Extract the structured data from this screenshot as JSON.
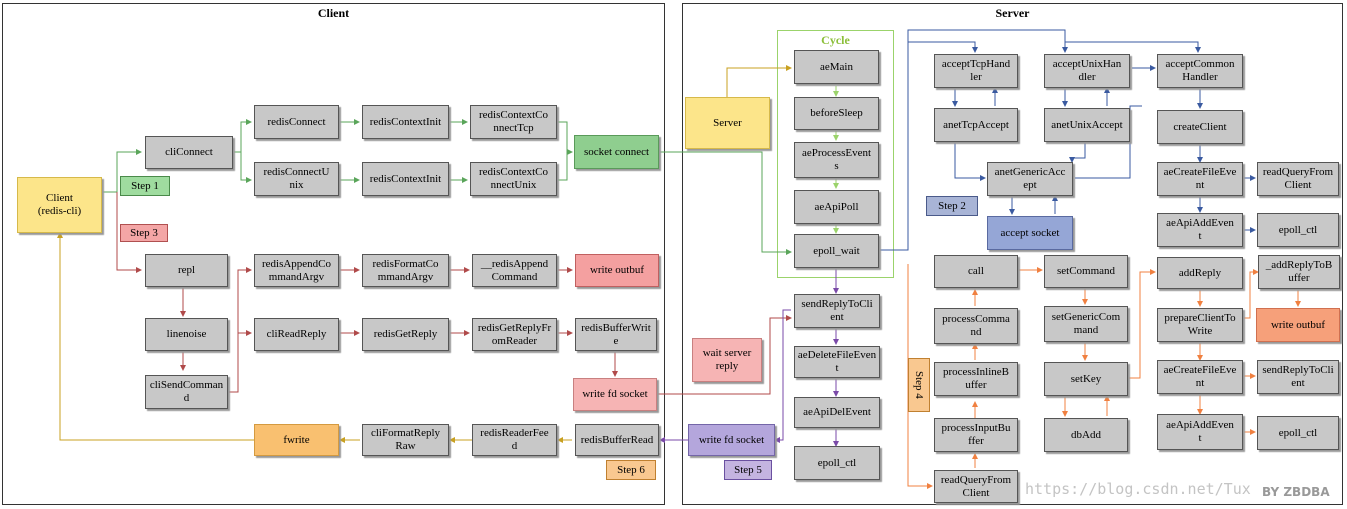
{
  "client": {
    "title": "Client",
    "client_box": "Client\n(redis-cli)",
    "cliConnect": "cliConnect",
    "redisConnect": "redisConnect",
    "redisContextInit_1": "redisContextInit",
    "redisContextConnectTcp": "redisContextCo\nnnectTcp",
    "redisConnectUnix": "redisConnectU\nnix",
    "redisContextInit_2": "redisContextInit",
    "redisContextConnectUnix": "redisContextCo\nnnectUnix",
    "socket_connect": "socket connect",
    "step1": "Step 1",
    "step3": "Step 3",
    "repl": "repl",
    "redisAppendCommandArgv": "redisAppendCo\nmmandArgv",
    "redisFormatCommandArgv": "redisFormatCo\nmmandArgv",
    "redisAppendCommand": "__redisAppend\nCommand",
    "write_outbuf": "write outbuf",
    "linenoise": "linenoise",
    "cliReadReply": "cliReadReply",
    "redisGetReply": "redisGetReply",
    "redisGetReplyFromReader": "redisGetReplyFr\nomReader",
    "redisBufferWrite": "redisBufferWrit\ne",
    "cliSendCommand": "cliSendComman\nd",
    "write_fd_socket": "write fd socket",
    "fwrite": "fwrite",
    "cliFormatReplyRaw": "cliFormatReply\nRaw",
    "redisReaderFeed": "redisReaderFee\nd",
    "redisBufferRead": "redisBufferRead",
    "step6": "Step 6"
  },
  "server": {
    "title": "Server",
    "cycle_title": "Cycle",
    "server_box": "Server",
    "aeMain": "aeMain",
    "beforeSleep": "beforeSleep",
    "aeProcessEvents": "aeProcessEvent\ns",
    "aeApiPoll": "aeApiPoll",
    "epoll_wait": "epoll_wait",
    "wait_server_reply": "wait server\nreply",
    "sendReplyToClient": "sendReplyToCli\nent",
    "aeDeleteFileEvent": "aeDeleteFileEven\nt",
    "aeApiDelEvent": "aeApiDelEvent",
    "epoll_ctl_1": "epoll_ctl",
    "write_fd_socket": "write fd socket",
    "step5": "Step 5",
    "acceptTcpHandler": "acceptTcpHand\nler",
    "acceptUnixHandler": "acceptUnixHan\ndler",
    "acceptCommonHandler": "acceptCommon\nHandler",
    "anetTcpAccept": "anetTcpAccept",
    "anetUnixAccept": "anetUnixAccept",
    "createClient": "createClient",
    "anetGenericAccept": "anetGenericAcc\nept",
    "step2": "Step 2",
    "accept_socket": "accept socket",
    "aeCreateFileEvent_1": "aeCreateFileEve\nnt",
    "readQueryFromClient_1": "readQueryFrom\nClient",
    "aeApiAddEvent_1": "aeApiAddEven\nt",
    "epoll_ctl_2": "epoll_ctl",
    "call": "call",
    "setCommand": "setCommand",
    "addReply": "addReply",
    "addReplyToBuffer": "_addReplyToB\nuffer",
    "processCommand": "processComma\nnd",
    "setGenericCommand": "setGenericCom\nmand",
    "prepareClientToWrite": "prepareClientTo\nWrite",
    "write_outbuf": "write outbuf",
    "step4": "Step 4",
    "processInlineBuffer": "processInlineB\nuffer",
    "setKey": "setKey",
    "aeCreateFileEvent_2": "aeCreateFileEve\nnt",
    "sendReplyToClient_2": "sendReplyToCli\nent",
    "processInputBuffer": "processInputBu\nffer",
    "dbAdd": "dbAdd",
    "aeApiAddEvent_2": "aeApiAddEven\nt",
    "epoll_ctl_3": "epoll_ctl",
    "readQueryFromClient_2": "readQueryFrom\nClient"
  },
  "watermark": "https://blog.csdn.net/Tux",
  "logo": "BY ZBDBA",
  "colors": {
    "green_line": "#5aa55a",
    "red_line": "#b04a4a",
    "yellow_line": "#c8a020",
    "blue_line": "#3a5aa0",
    "orange_line": "#f08040",
    "purple_line": "#7a4aa8"
  }
}
